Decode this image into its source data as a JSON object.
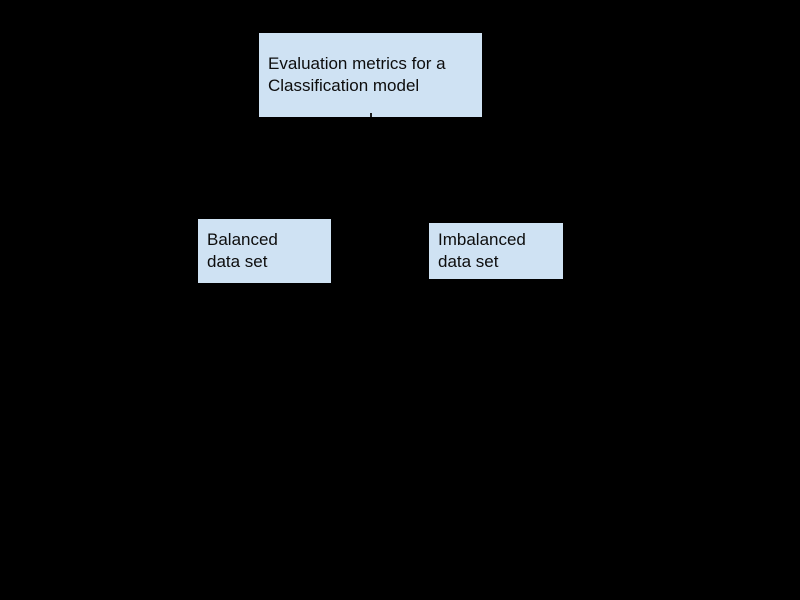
{
  "diagram": {
    "background_color": "#000000",
    "node_fill_color": "#cfe2f3",
    "node_text_color": "#0d0d0d",
    "connector_color": "#1c1c1c",
    "nodes": {
      "root": {
        "label": "Evaluation metrics for a Classification model",
        "lines": [
          "Evaluation metrics for a",
          "Classification model"
        ]
      },
      "balanced": {
        "label": "Balanced data set",
        "lines": [
          "Balanced",
          "data set"
        ]
      },
      "imbalanced": {
        "label": "Imbalanced data set",
        "lines": [
          "Imbalanced",
          "data set"
        ]
      }
    }
  }
}
